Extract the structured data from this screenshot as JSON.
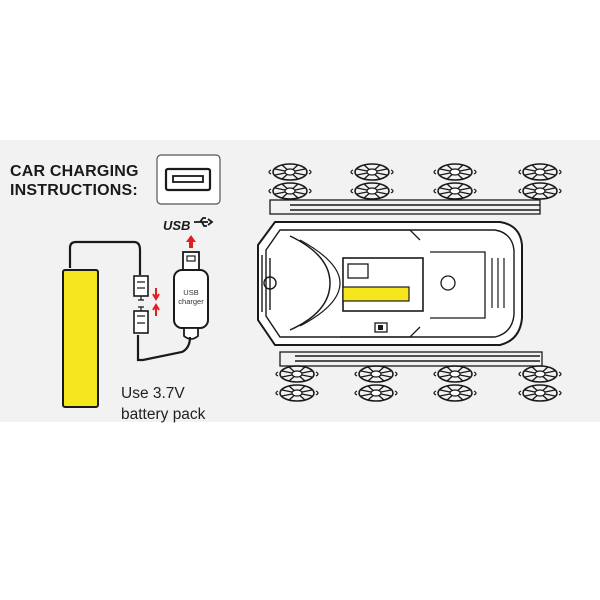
{
  "title": {
    "line1": "CAR CHARGING",
    "line2": "INSTRUCTIONS:"
  },
  "usb_port_label": "USB",
  "charger_label": {
    "line1": "USB",
    "line2": "charger"
  },
  "caption": {
    "line1": "Use 3.7V",
    "line2": "battery pack"
  },
  "colors": {
    "battery": "#f5e61e",
    "background": "#f2f2f2",
    "arrow": "#e02020",
    "line": "#1a1a1a"
  },
  "icons": [
    "usb-port-icon",
    "usb-plug-icon",
    "battery-pack-icon",
    "connector-icon",
    "car-outline-icon"
  ]
}
